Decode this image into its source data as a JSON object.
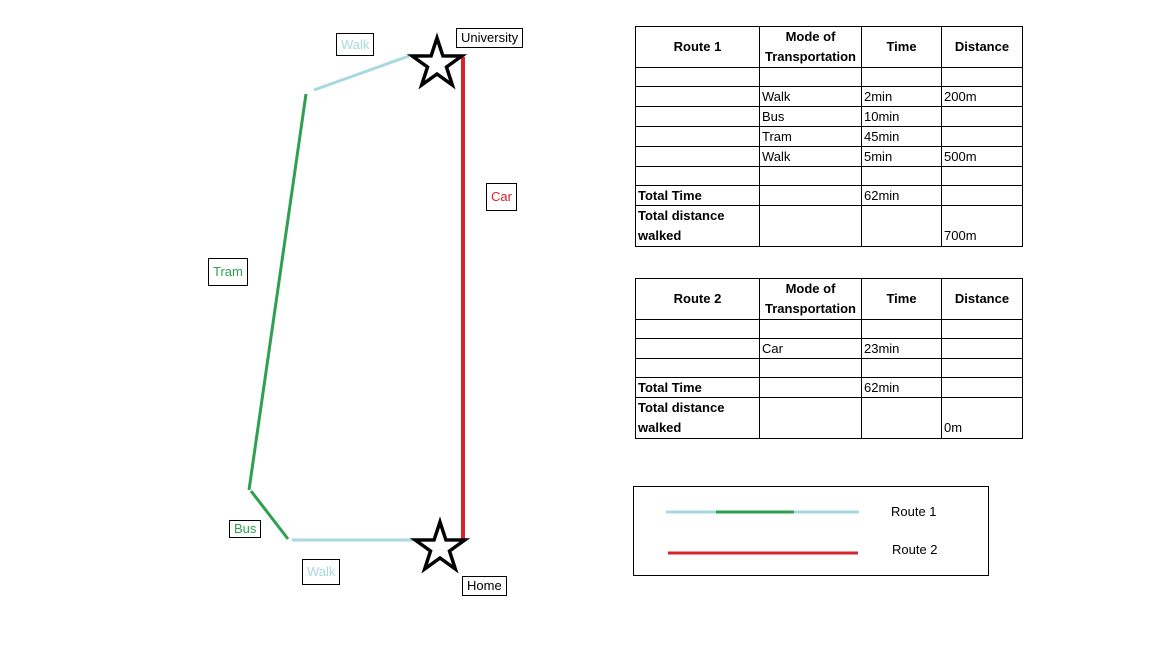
{
  "map": {
    "labels": {
      "university": "University",
      "home": "Home",
      "car": "Car",
      "tram": "Tram",
      "bus": "Bus",
      "walk_top": "Walk",
      "walk_bottom": "Walk"
    },
    "colors": {
      "walk": "#a8d8e0",
      "tram": "#2ea04f",
      "car": "#d9232c",
      "star": "#000000"
    }
  },
  "route1": {
    "headers": [
      "Route 1",
      "Mode of Transportation",
      "Time",
      "Distance"
    ],
    "rows": [
      [
        "",
        "",
        "",
        ""
      ],
      [
        "",
        "Walk",
        "2min",
        "200m"
      ],
      [
        "",
        "Bus",
        "10min",
        ""
      ],
      [
        "",
        "Tram",
        "45min",
        ""
      ],
      [
        "",
        "Walk",
        "5min",
        "500m"
      ],
      [
        "",
        "",
        "",
        ""
      ]
    ],
    "total_time": [
      "Total Time",
      "",
      "62min",
      ""
    ],
    "total_distance": [
      "Total distance walked",
      "",
      "",
      "700m"
    ]
  },
  "route2": {
    "headers": [
      "Route 2",
      "Mode of Transportation",
      "Time",
      "Distance"
    ],
    "rows": [
      [
        "",
        "",
        "",
        ""
      ],
      [
        "",
        "Car",
        "23min",
        ""
      ],
      [
        "",
        "",
        "",
        ""
      ]
    ],
    "total_time": [
      "Total Time",
      "",
      "62min",
      ""
    ],
    "total_distance": [
      "Total distance walked",
      "",
      "",
      "0m"
    ]
  },
  "legend": {
    "route1": "Route 1",
    "route2": "Route 2"
  }
}
